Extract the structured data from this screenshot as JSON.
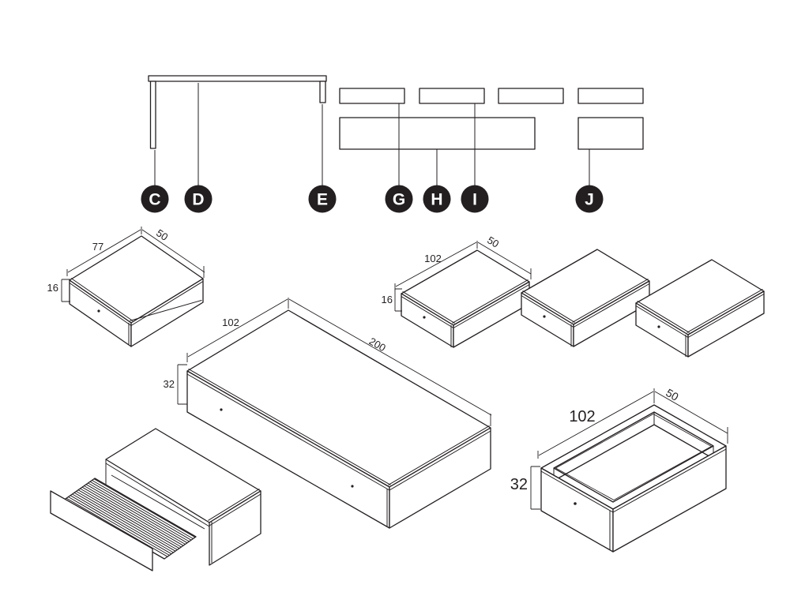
{
  "diagram": {
    "background": "#ffffff",
    "ink": "#231f20",
    "badge_fill": "#231f20",
    "badge_text": "#ffffff"
  },
  "callouts": [
    {
      "letter": "C"
    },
    {
      "letter": "D"
    },
    {
      "letter": "E"
    },
    {
      "letter": "G"
    },
    {
      "letter": "H"
    },
    {
      "letter": "I"
    },
    {
      "letter": "J"
    }
  ],
  "dimensions": {
    "small_box": {
      "width": "77",
      "depth": "50",
      "height": "16"
    },
    "bed_base": {
      "width": "102",
      "length": "200",
      "height": "32"
    },
    "shelf_box": {
      "width": "102",
      "depth": "50",
      "height": "16"
    },
    "open_drawer": {
      "width": "102",
      "depth": "50",
      "height": "32"
    }
  }
}
